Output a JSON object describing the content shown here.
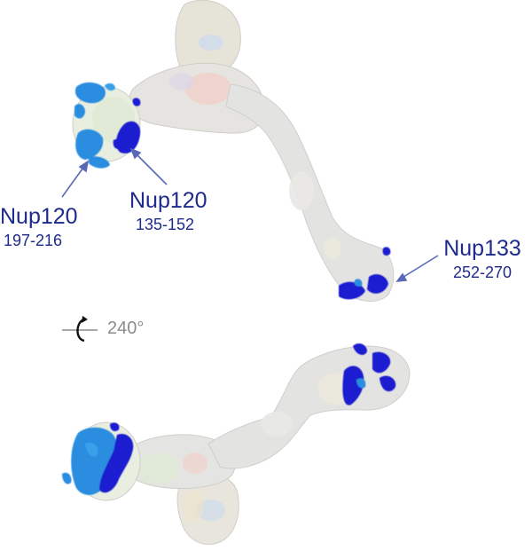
{
  "labels": [
    {
      "name": "Nup120",
      "range": "197-216"
    },
    {
      "name": "Nup120",
      "range": "135-152"
    },
    {
      "name": "Nup133",
      "range": "252-270"
    }
  ],
  "rotation": {
    "text": "240°"
  },
  "colors": {
    "label_text": "#1e2a8c",
    "density_gray": "#e3e3e1",
    "deep_blue": "#1a1ad0",
    "light_blue": "#2b8de0",
    "arrow": "#5a68b8",
    "rotation_text": "#8c8c8c"
  },
  "icons": {
    "rotation": "rotation-arrow-icon"
  }
}
